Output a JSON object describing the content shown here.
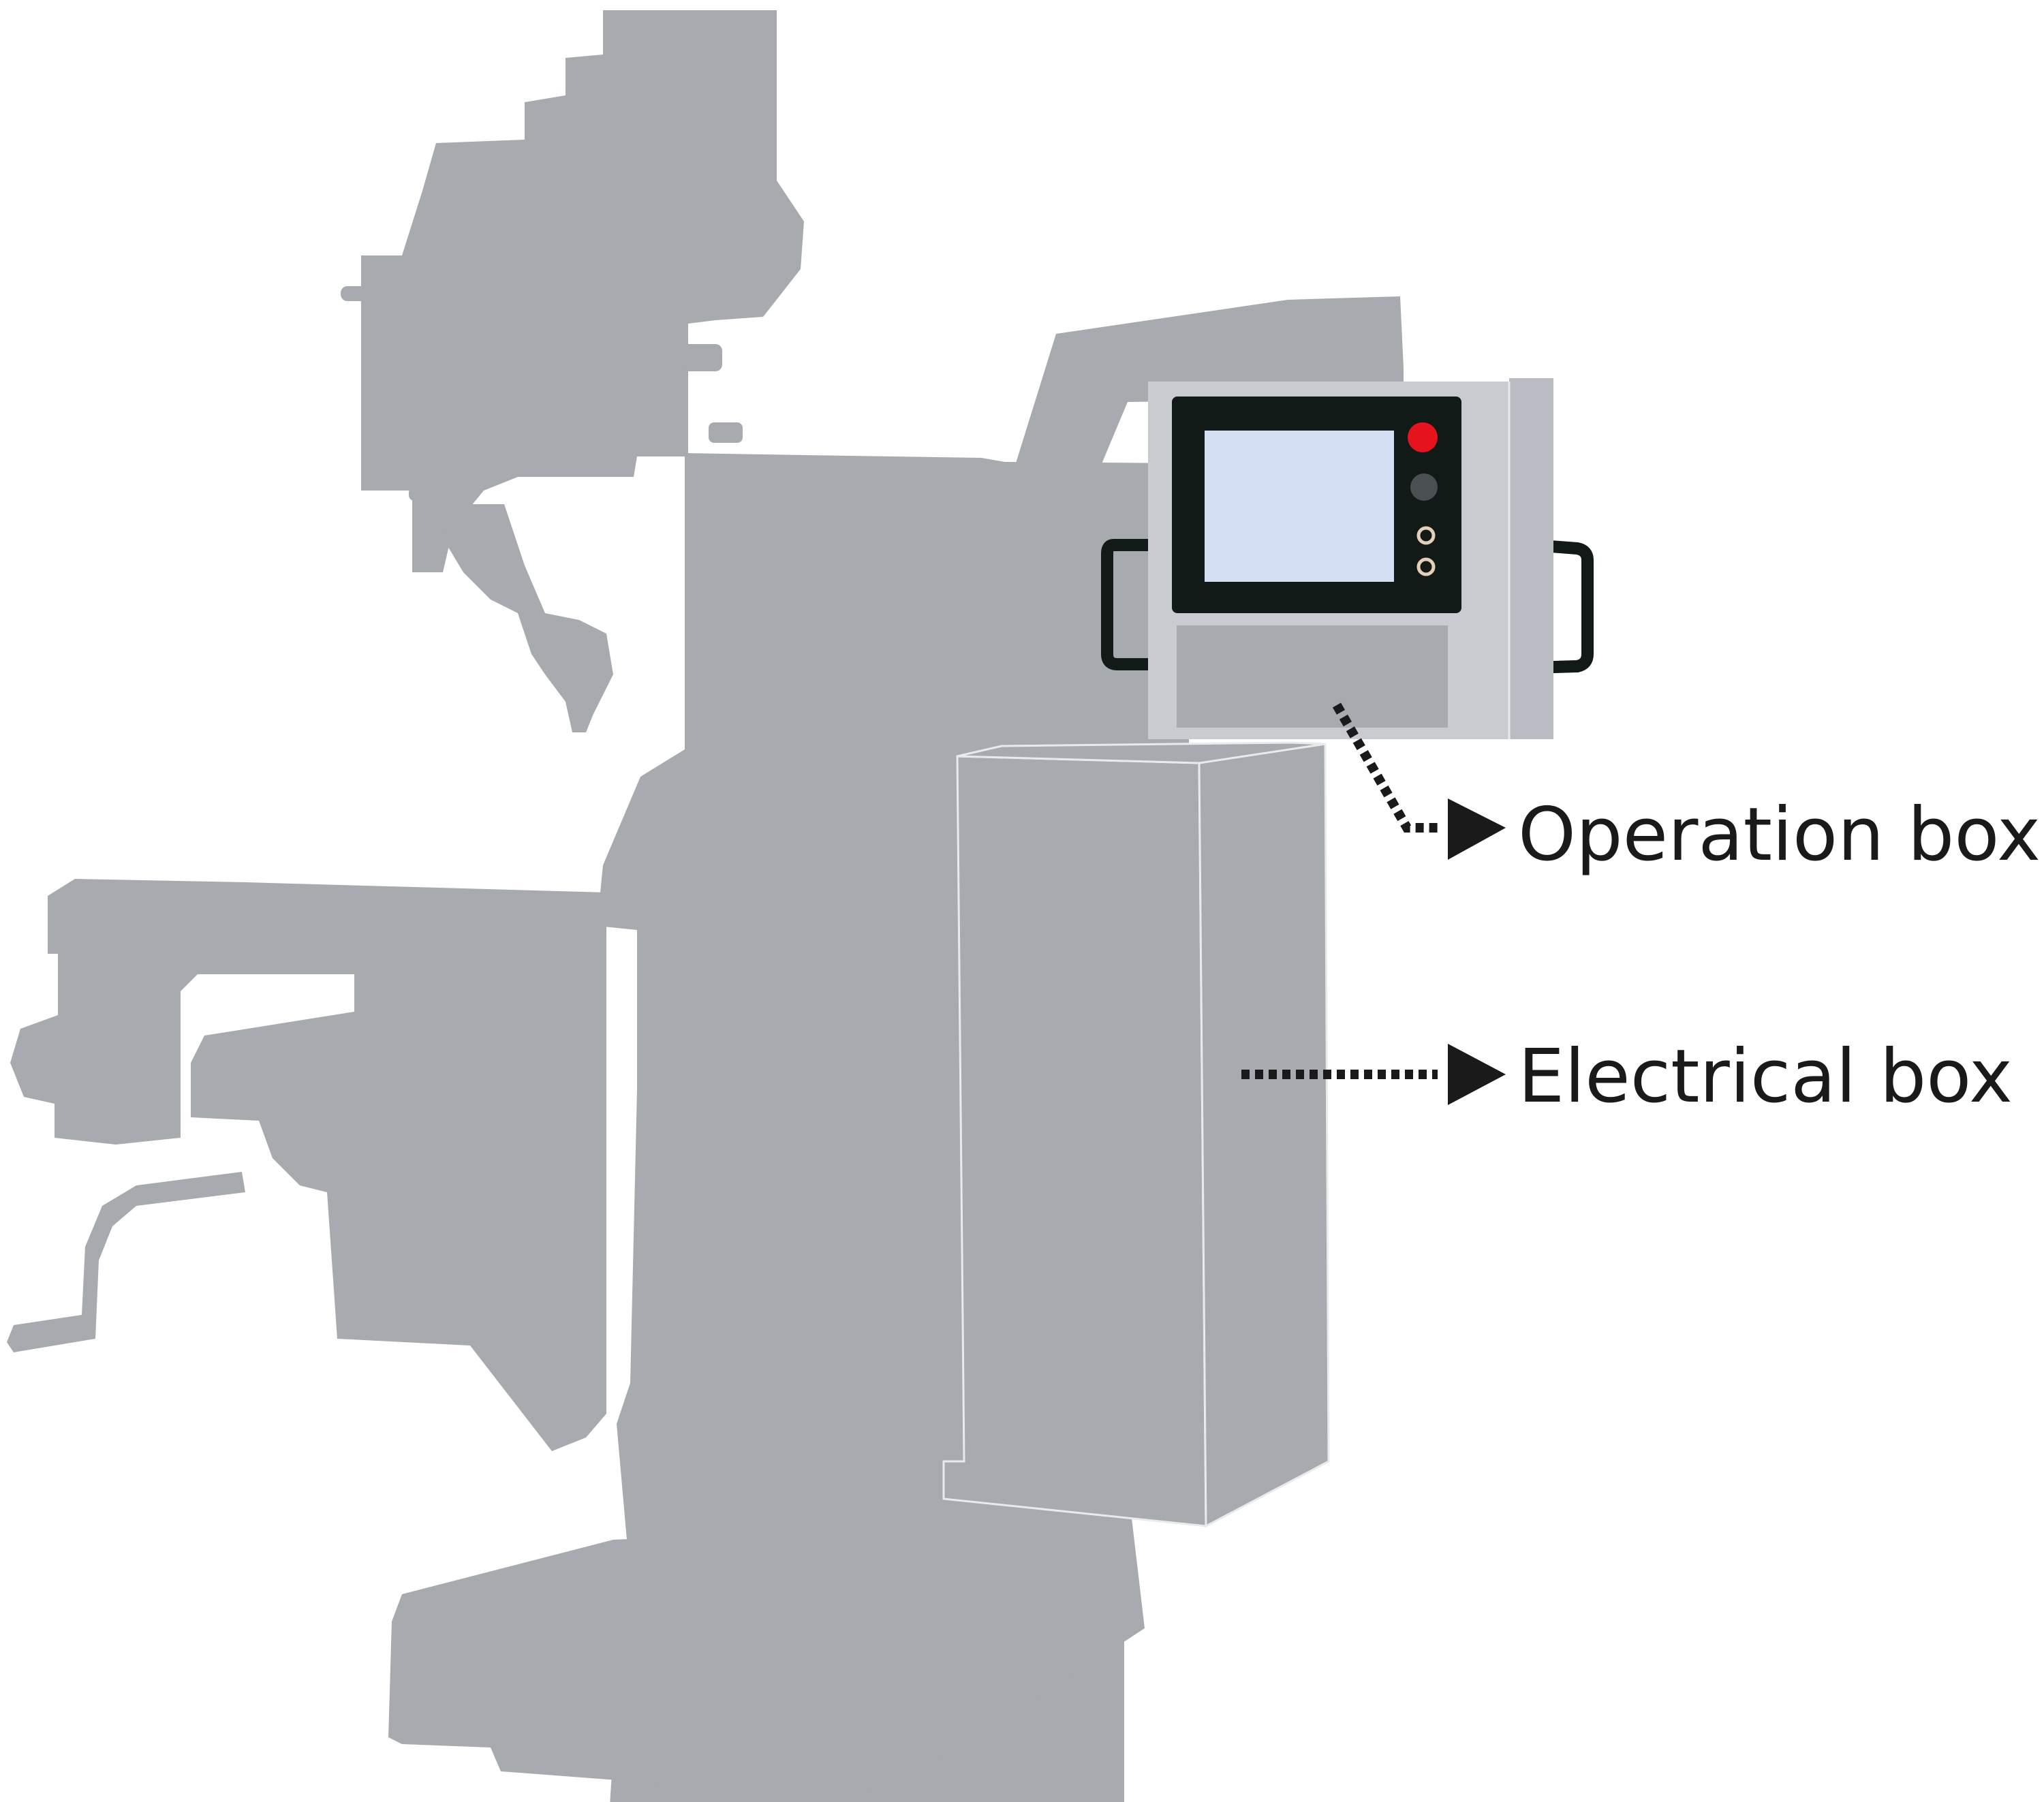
{
  "labels": {
    "operation_box": "Operation box",
    "electrical_box": "Electrical box"
  },
  "colors": {
    "machine_silhouette": "#A7AAAE",
    "machine_outline": "#E9EAEC",
    "operation_box_body": "#C9CBD1",
    "operation_box_side": "#B9BCC3",
    "screen_bezel": "#121A18",
    "screen": "#D3DFF3",
    "lower_panel": "#A7AAAE",
    "emergency_stop_button": "#E5131E",
    "dark_button": "#4A4F52",
    "indicator_ring": "#E4CFB8",
    "handle": "#121A18",
    "callout": "#1A1A1A"
  },
  "icons": {
    "emergency_stop": "red-emergency-stop-button",
    "secondary_button": "dark-round-button",
    "indicator_lights": "small-indicator-lamps",
    "handles": "side-grab-handles"
  }
}
